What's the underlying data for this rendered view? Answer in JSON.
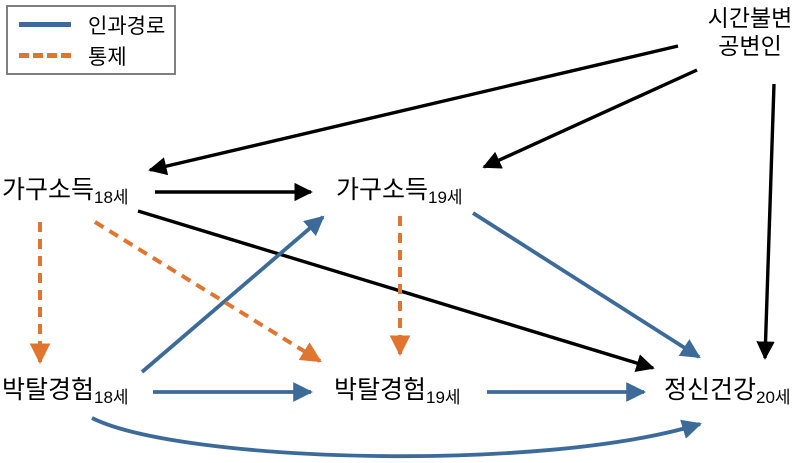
{
  "legend": {
    "items": [
      {
        "label": "인과경로",
        "style": "solid",
        "color": "#3d6b99"
      },
      {
        "label": "통제",
        "style": "dashed",
        "color": "#e0752f"
      }
    ]
  },
  "nodes": {
    "covariate": {
      "line1": "시간불변",
      "line2": "공변인"
    },
    "income18": {
      "main": "가구소득",
      "sub": "18세"
    },
    "income19": {
      "main": "가구소득",
      "sub": "19세"
    },
    "deprivation18": {
      "main": "박탈경험",
      "sub": "18세"
    },
    "deprivation19": {
      "main": "박탈경험",
      "sub": "19세"
    },
    "mentalhealth20": {
      "main": "정신건강",
      "sub": "20세"
    }
  },
  "edges": [
    {
      "from": "시간불변 공변인",
      "to": "가구소득18세",
      "type": "plain"
    },
    {
      "from": "시간불변 공변인",
      "to": "가구소득19세",
      "type": "plain"
    },
    {
      "from": "시간불변 공변인",
      "to": "정신건강20세",
      "type": "plain"
    },
    {
      "from": "가구소득18세",
      "to": "가구소득19세",
      "type": "plain"
    },
    {
      "from": "가구소득18세",
      "to": "정신건강20세",
      "type": "plain"
    },
    {
      "from": "박탈경험18세",
      "to": "가구소득19세",
      "type": "causal"
    },
    {
      "from": "가구소득19세",
      "to": "정신건강20세",
      "type": "causal"
    },
    {
      "from": "박탈경험18세",
      "to": "박탈경험19세",
      "type": "causal"
    },
    {
      "from": "박탈경험19세",
      "to": "정신건강20세",
      "type": "causal"
    },
    {
      "from": "박탈경험18세",
      "to": "정신건강20세",
      "type": "causal-curved"
    },
    {
      "from": "가구소득18세",
      "to": "박탈경험18세",
      "type": "control"
    },
    {
      "from": "가구소득18세",
      "to": "박탈경험19세",
      "type": "control"
    },
    {
      "from": "가구소득19세",
      "to": "박탈경험19세",
      "type": "control"
    }
  ],
  "colors": {
    "plain": "#000000",
    "causal": "#3d6b99",
    "control": "#e0752f"
  }
}
